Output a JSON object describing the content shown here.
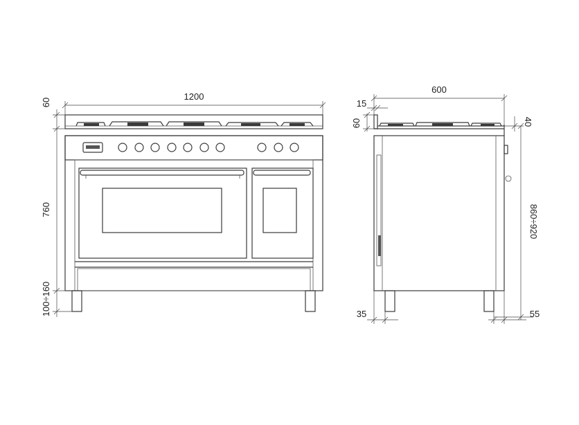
{
  "front_view": {
    "width_label": "1200",
    "top_height_label": "60",
    "body_height_label": "760",
    "feet_height_label": "100÷160"
  },
  "side_view": {
    "depth_label": "600",
    "backguard_label": "15",
    "top_height_label": "60",
    "top_offset_label": "40",
    "total_height_label": "860÷920",
    "foot_front_label": "35",
    "foot_back_label": "55"
  },
  "colors": {
    "line": "#3a3a3a",
    "text": "#222222",
    "background": "#ffffff"
  }
}
